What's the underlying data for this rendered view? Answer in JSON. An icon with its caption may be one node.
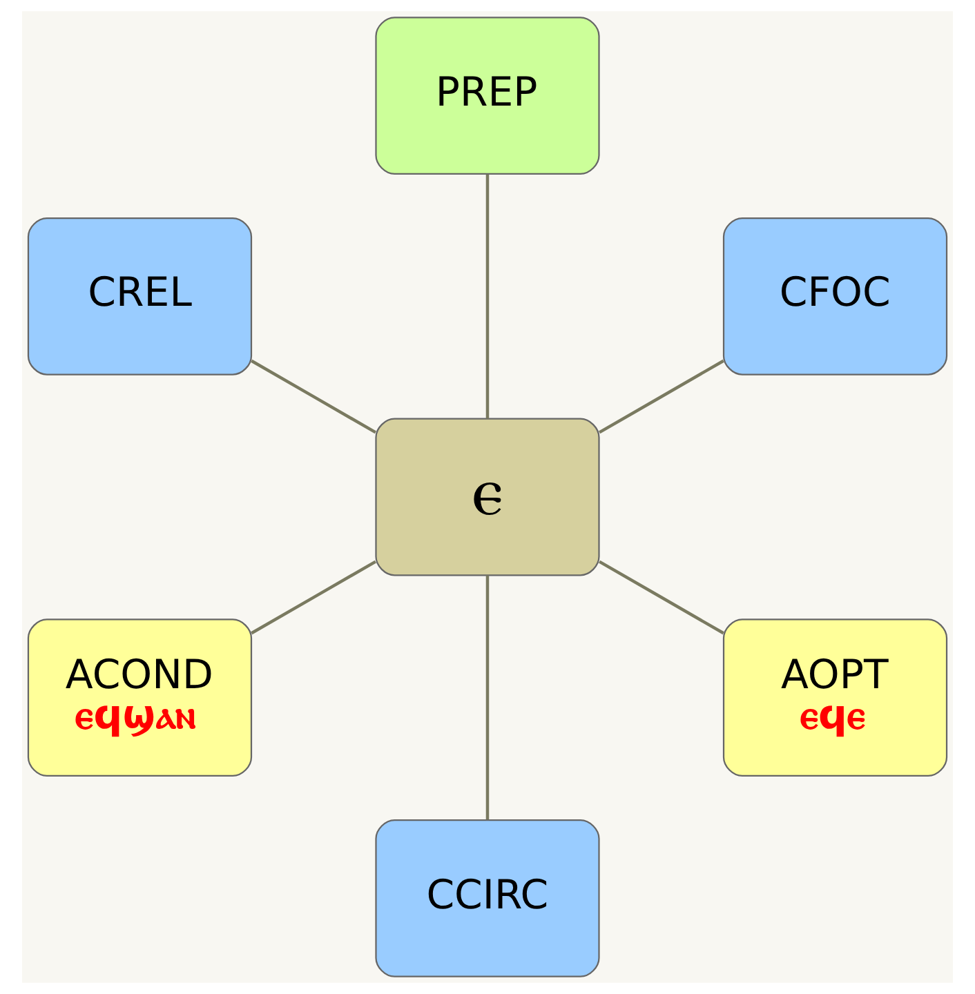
{
  "diagram": {
    "nodes": [
      {
        "text": [
          "ⲉ"
        ]
      },
      {
        "text": [
          "CFOC"
        ]
      },
      {
        "text": [
          "PREP"
        ]
      },
      {
        "text": [
          "CREL"
        ]
      },
      {
        "text": [
          "ACOND",
          "ⲉϥϣⲁⲛ"
        ]
      },
      {
        "text": [
          "CCIRC"
        ]
      },
      {
        "text": [
          "AOPT",
          "ⲉϥⲉ"
        ]
      }
    ],
    "edges": [
      {
        "from": 0,
        "to": 1,
        "arrow": "none"
      },
      {
        "from": 0,
        "to": 2,
        "arrow": "none"
      },
      {
        "from": 0,
        "to": 3,
        "arrow": "none"
      },
      {
        "from": 0,
        "to": 4,
        "arrow": "none"
      },
      {
        "from": 0,
        "to": 5,
        "arrow": "none"
      },
      {
        "from": 0,
        "to": 6,
        "arrow": "none"
      }
    ]
  }
}
